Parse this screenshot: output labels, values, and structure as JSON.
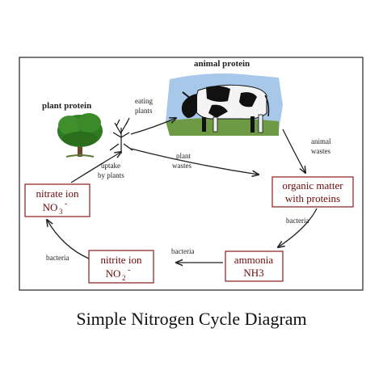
{
  "diagram": {
    "caption": "Simple Nitrogen Cycle Diagram",
    "labels": {
      "animal_protein": "animal protein",
      "plant_protein": "plant protein",
      "eating_plants_1": "eating",
      "eating_plants_2": "plants",
      "animal_wastes_1": "animal",
      "animal_wastes_2": "wastes",
      "plant_wastes_1": "plant",
      "plant_wastes_2": "wastes",
      "uptake_1": "uptake",
      "uptake_2": "by plants",
      "bacteria_right": "bacteria",
      "bacteria_bottom": "bacteria",
      "bacteria_left": "bacteria"
    },
    "boxes": {
      "organic_line1": "organic matter",
      "organic_line2": "with proteins",
      "ammonia_line1": "ammonia",
      "ammonia_line2": "NH3",
      "nitrite_line1": "nitrite ion",
      "nitrite_line2": "NO",
      "nitrite_sub": "2",
      "nitrite_sup": "-",
      "nitrate_line1": "nitrate ion",
      "nitrate_line2": "NO",
      "nitrate_sub": "3",
      "nitrate_sup": "-"
    },
    "colors": {
      "box_border": "#8b1a1a",
      "box_text": "#6b0a0a",
      "frame": "#222222",
      "sky": "#a8c8ea",
      "tree": "#2f7a22"
    }
  }
}
